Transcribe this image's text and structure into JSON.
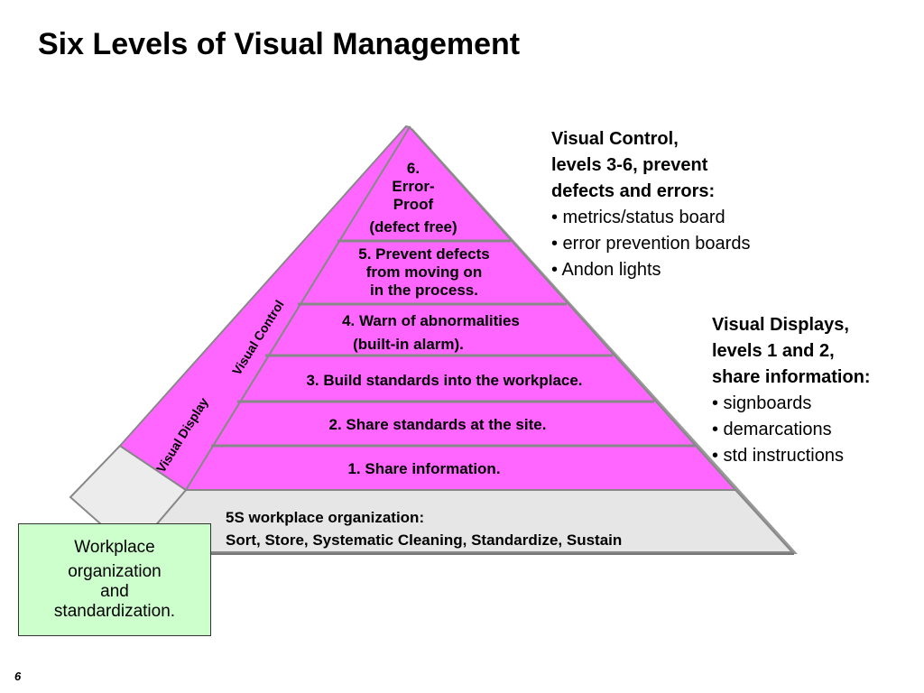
{
  "title": "Six Levels of Visual Management",
  "colors": {
    "pyramid_fill": "#ff66ff",
    "base_fill": "#e6e6e6",
    "box_fill": "#ccffcc"
  },
  "levels": [
    {
      "line1": "6.",
      "line2": "Error-",
      "line3": "Proof",
      "line4": "(defect free)"
    },
    {
      "line1": "5. Prevent defects",
      "line2": "from moving on",
      "line3": "in the process."
    },
    {
      "line1": "4. Warn of abnormalities",
      "line2": "(built-in alarm)."
    },
    {
      "line1": "3. Build standards into the workplace."
    },
    {
      "line1": "2. Share standards at the site."
    },
    {
      "line1": "1. Share information."
    }
  ],
  "base": {
    "line1": "5S workplace organization:",
    "line2": "Sort, Store, Systematic Cleaning, Standardize, Sustain"
  },
  "side_labels": {
    "control": "Visual Control",
    "display": "Visual Display"
  },
  "visual_control": {
    "heading1": "Visual Control,",
    "heading2": "levels 3-6, prevent",
    "heading3": "defects and errors:",
    "items": [
      "• metrics/status board",
      "• error prevention boards",
      "• Andon lights"
    ]
  },
  "visual_displays": {
    "heading1": "Visual Displays,",
    "heading2": "levels 1 and 2,",
    "heading3": "share information:",
    "items": [
      "• signboards",
      "• demarcations",
      "• std instructions"
    ]
  },
  "box": {
    "line1": "Workplace",
    "line2": "organization",
    "line3": "and",
    "line4": "standardization."
  },
  "slide_number": "6"
}
